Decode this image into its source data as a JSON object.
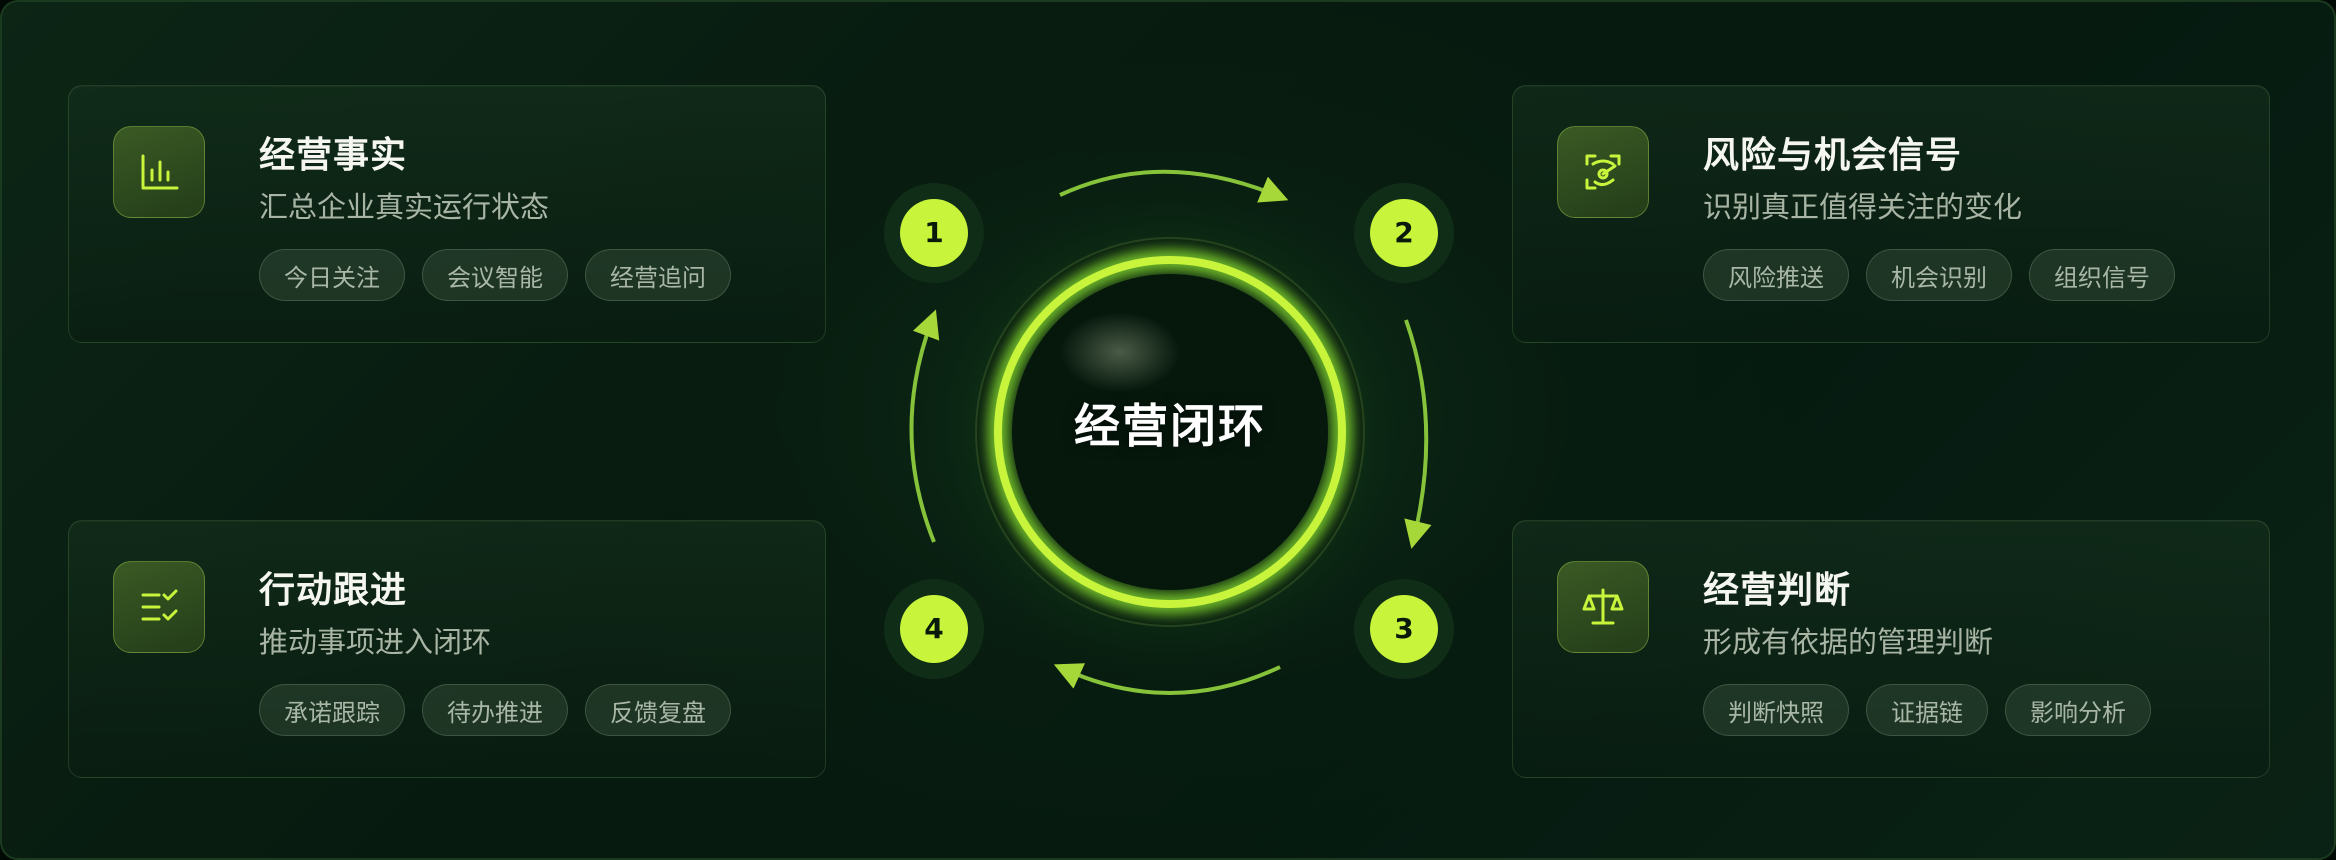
{
  "center": {
    "label": "经营闭环"
  },
  "steps": [
    "1",
    "2",
    "3",
    "4"
  ],
  "cards": {
    "tl": {
      "icon": "bar-chart-icon",
      "title": "经营事实",
      "subtitle": "汇总企业真实运行状态",
      "tags": [
        "今日关注",
        "会议智能",
        "经营追问"
      ]
    },
    "tr": {
      "icon": "radar-scan-icon",
      "title": "风险与机会信号",
      "subtitle": "识别真正值得关注的变化",
      "tags": [
        "风险推送",
        "机会识别",
        "组织信号"
      ]
    },
    "bl": {
      "icon": "checklist-icon",
      "title": "行动跟进",
      "subtitle": "推动事项进入闭环",
      "tags": [
        "承诺跟踪",
        "待办推进",
        "反馈复盘"
      ]
    },
    "br": {
      "icon": "balance-scale-icon",
      "title": "经营判断",
      "subtitle": "形成有依据的管理判断",
      "tags": [
        "判断快照",
        "证据链",
        "影响分析"
      ]
    }
  },
  "colors": {
    "accent": "#c8f53c",
    "ring": "#a6e83a",
    "background": "#061a10",
    "card_text": "#f4f6ef",
    "muted_text": "#a8b4a4"
  }
}
